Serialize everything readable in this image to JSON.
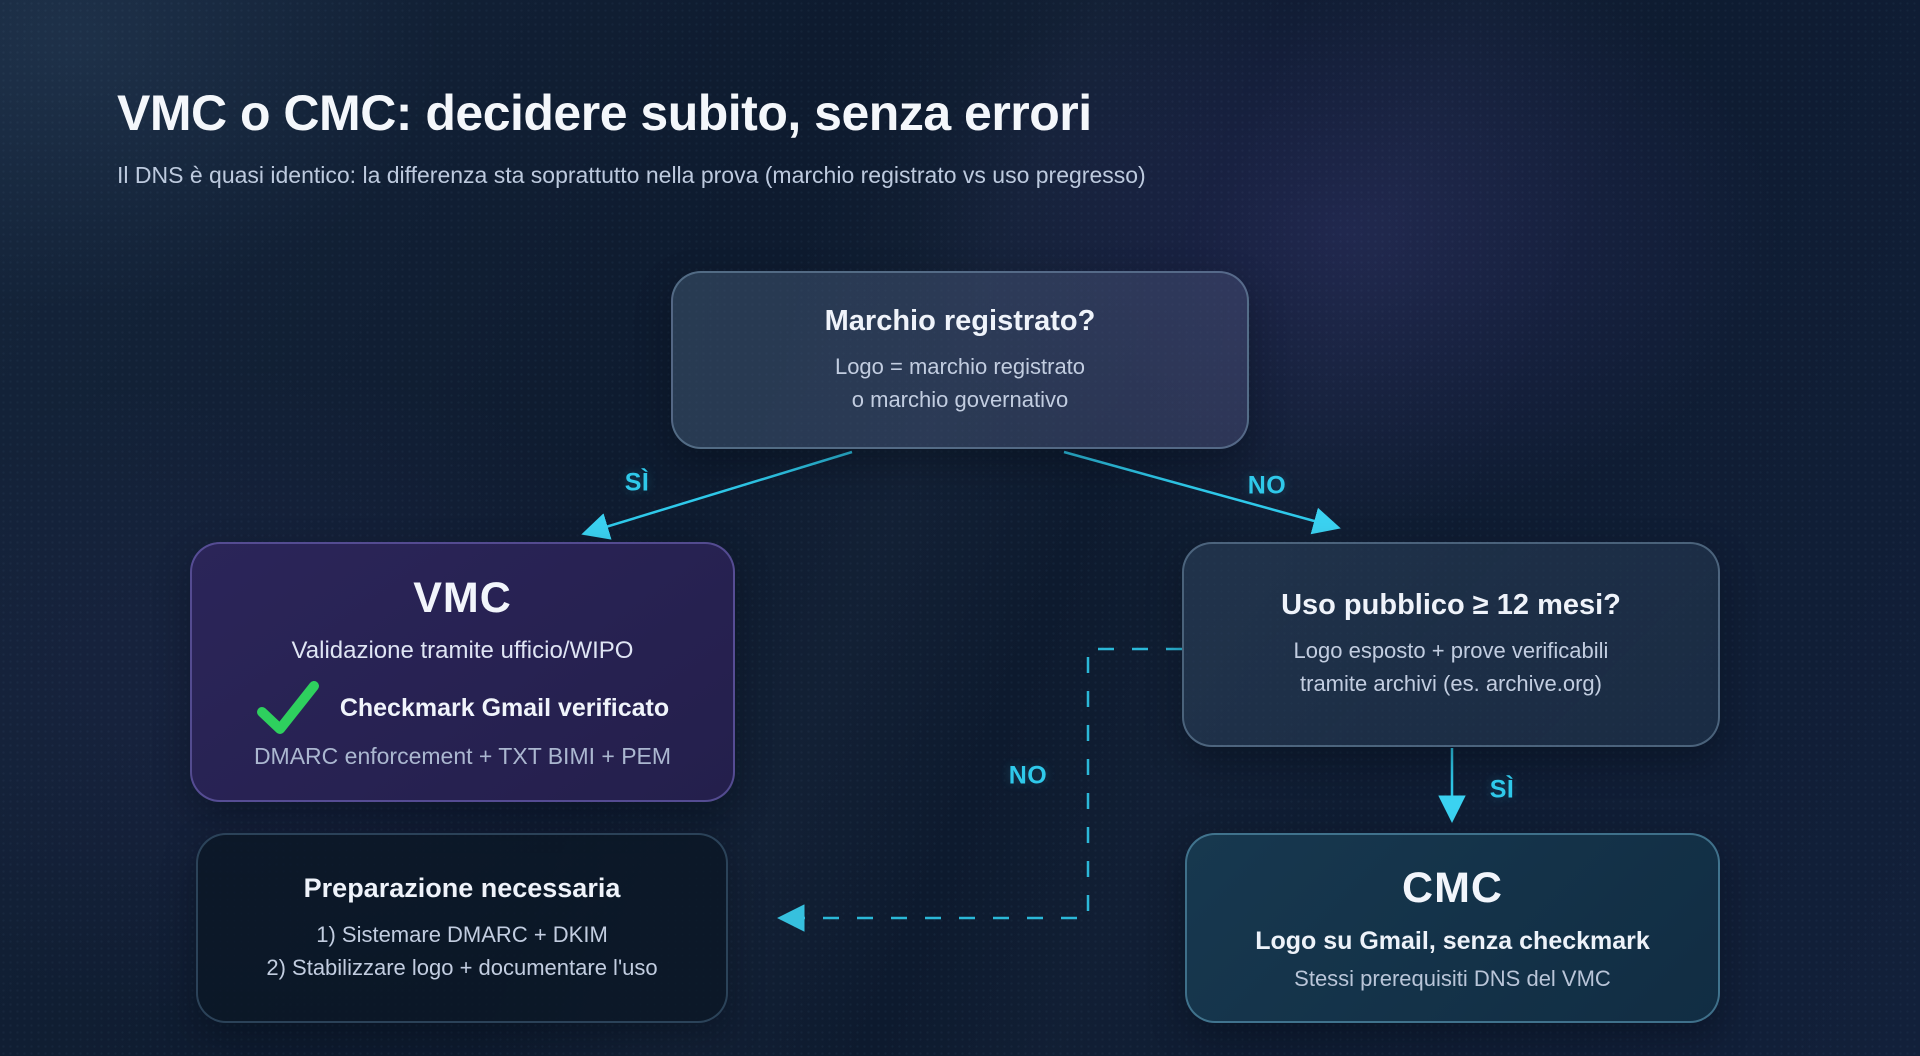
{
  "page": {
    "title": "VMC o CMC: decidere subito, senza errori",
    "subtitle": "Il DNS è quasi identico: la differenza sta soprattutto nella prova (marchio registrato vs uso pregresso)"
  },
  "flowchart": {
    "root": {
      "title": "Marchio registrato?",
      "line1": "Logo = marchio registrato",
      "line2": "o marchio governativo"
    },
    "vmc": {
      "title": "VMC",
      "subtitle": "Validazione tramite ufficio/WIPO",
      "check_icon": "checkmark-icon",
      "check_label": "Checkmark Gmail verificato",
      "footnote": "DMARC enforcement + TXT BIMI + PEM"
    },
    "uso": {
      "title": "Uso pubblico ≥ 12 mesi?",
      "line1": "Logo esposto + prove verificabili",
      "line2": "tramite archivi (es. archive.org)"
    },
    "cmc": {
      "title": "CMC",
      "line1": "Logo su Gmail, senza checkmark",
      "line2": "Stessi prerequisiti DNS del VMC"
    },
    "prep": {
      "title": "Preparazione necessaria",
      "line1": "1) Sistemare DMARC + DKIM",
      "line2": "2) Stabilizzare logo + documentare l'uso"
    },
    "edges": {
      "yes_left": "SÌ",
      "no_right": "NO",
      "yes_down": "SÌ",
      "no_dashed": "NO"
    }
  },
  "colors": {
    "accent_cyan": "#2fc9ea",
    "check_green": "#2ed05e"
  }
}
